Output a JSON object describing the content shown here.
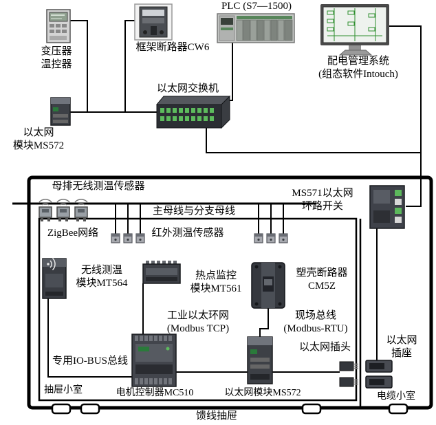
{
  "labels": {
    "plc": "PLC (S7—1500)",
    "transformer_controller": "变压器\n温控器",
    "frame_breaker": "框架断路器CW6",
    "management_system": "配电管理系统\n(组态软件Intouch)",
    "ethernet_switch": "以太网交换机",
    "ethernet_module_top": "以太网\n模块MS572",
    "busbar_sensor": "母排无线测温传感器",
    "ring_switch": "MS571以太网\n环路开关",
    "main_bus": "主母线与分支母线",
    "zigbee": "ZigBee网络",
    "infrared_sensor": "红外测温传感器",
    "wireless_module": "无线测温\n模块MT564",
    "hotspot_module": "热点监控\n模块MT561",
    "mccb": "塑壳断路器\nCM5Z",
    "industrial_ring": "工业以太环网\n(Modbus TCP)",
    "fieldbus": "现场总线\n(Modbus-RTU)",
    "ethernet_plug": "以太网插头",
    "ethernet_socket": "以太网\n插座",
    "io_bus": "专用IO-BUS总线",
    "drawer_compartment": "抽屉小室",
    "motor_controller": "电机控制器MC510",
    "ethernet_module_bottom": "以太网模块MS572",
    "cable_compartment": "电缆小室",
    "feeder_drawer": "馈线抽屉"
  },
  "colors": {
    "line": "#000000",
    "device_dark": "#3d4046",
    "port_green": "#5dbb5d",
    "screen_green": "#2f8f2f"
  }
}
